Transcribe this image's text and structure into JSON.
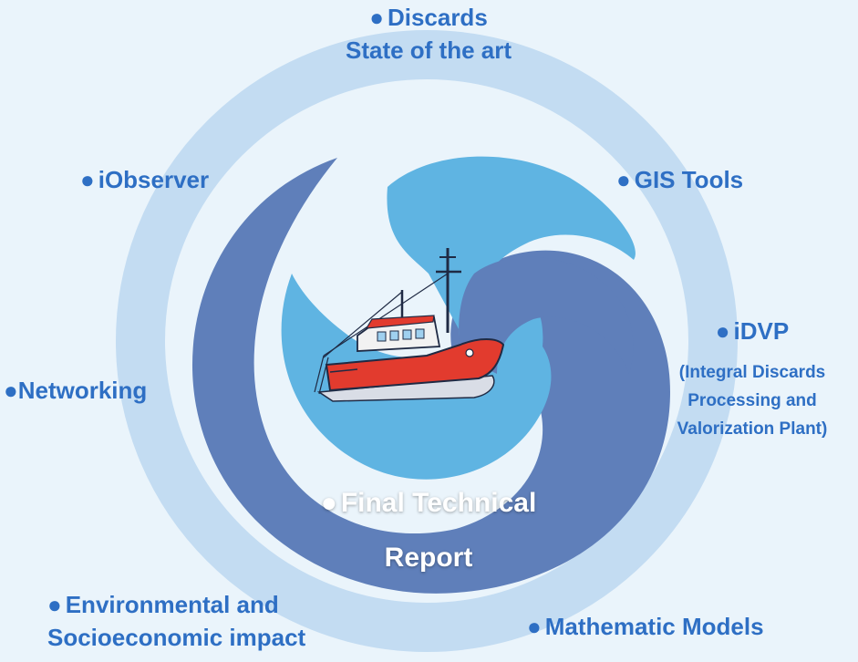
{
  "labels": {
    "discards": "Discards",
    "state_of_art": "State of the art",
    "iobserver": "iObserver",
    "gis_tools": "GIS Tools",
    "idvp": "iDVP",
    "idvp_detail_1": "(Integral Discards",
    "idvp_detail_2": "Processing and",
    "idvp_detail_3": "Valorization Plant)",
    "networking": "Networking",
    "final_report_1": "Final Technical",
    "final_report_2": "Report",
    "environmental_1": "Environmental and",
    "environmental_2": "Socioeconomic impact",
    "mathematic_models": "Mathematic Models"
  },
  "bullet": "●",
  "colors": {
    "background": "#eaf4fb",
    "outer_ring": "#c3dcf2",
    "dark_swirl": "#5f7fba",
    "light_swirl": "#5fb4e2",
    "label_text": "#2e6fc4",
    "boat_hull_red": "#e23b2e",
    "boat_cabin": "#f2f2f2"
  },
  "icons": [
    "fishing-boat-icon"
  ]
}
